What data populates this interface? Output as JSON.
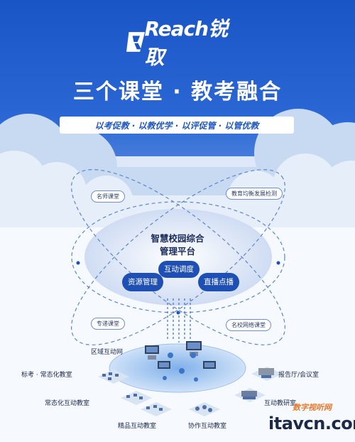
{
  "brand": {
    "logo_text": "Reach锐取"
  },
  "headline": "三个课堂 · 教考融合",
  "slogan": "以考促教 · 以教优学 · 以评促管 · 以管优教",
  "orbit_tags": {
    "famous_teacher": "名师课堂",
    "education_balance": "教育均衡发展检测",
    "special_delivery": "专递课堂",
    "famous_school": "名校网络课堂"
  },
  "platform": {
    "title_line1": "智慧校园综合",
    "title_line2": "管理平台",
    "modules": [
      "互动调度",
      "资源管理",
      "直播点播"
    ]
  },
  "network": {
    "region_label": "区域互动网",
    "rooms": {
      "standard": "标考 · 常态化教室",
      "normalized": "常态化互动教室",
      "boutique": "精品互动教室",
      "collaborative": "协作互动教室",
      "research": "互动教研室",
      "report": "报告厅/会议室"
    }
  },
  "watermark": {
    "cn": "数字视听网",
    "en": "itavcn.com"
  },
  "colors": {
    "primary_blue": "#1e4fb4",
    "deep_blue": "#1c55c4",
    "orange_accent": "#e8772a"
  }
}
